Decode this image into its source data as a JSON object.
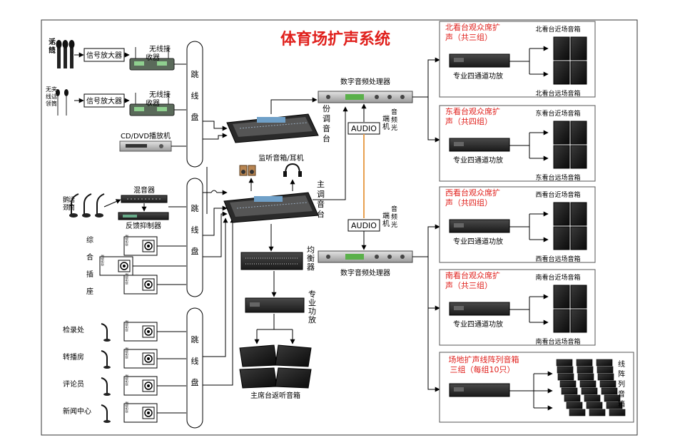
{
  "title": "体育场扩声系统",
  "inputs": {
    "wireless_mic": "无线话筒",
    "wireless_lav": "无线领夹话筒",
    "signal_amp": "信号放大器",
    "wireless_rx": "无线接收器",
    "cd_player": "CD/DVD播放机",
    "gooseneck": "鹅颈话筒",
    "mixer": "混音器",
    "feedback": "反馈抑制器",
    "socket_label": [
      "综",
      "合",
      "插",
      "座"
    ],
    "socket_box": "综合插座",
    "stations": [
      "检录处",
      "转播房",
      "评论员",
      "新闻中心"
    ]
  },
  "patch_bay": "跳线盘",
  "center": {
    "backup_console": "备份调音台",
    "main_console": "主调音台",
    "monitor": "监听音箱/耳机",
    "dsp": "数字音频处理器",
    "audio": "AUDIO",
    "audio_side": "端机",
    "fiber": "音频光",
    "eq": "均衡器",
    "pro_amp": "专业功放",
    "return_spk": "主席台返听音箱"
  },
  "zones": [
    {
      "title_l1": "北看台观众席扩",
      "title_l2": "声（共三组）",
      "amp": "专业四通道功放",
      "near": "北看台近场音箱",
      "far": "北看台远场音箱"
    },
    {
      "title_l1": "东看台观众席扩",
      "title_l2": "声（共四组）",
      "amp": "专业四通道功放",
      "near": "东看台近场音箱",
      "far": "东看台远场音箱"
    },
    {
      "title_l1": "西看台观众席扩",
      "title_l2": "声（共四组）",
      "amp": "专业四通道功放",
      "near": "西看台近场音箱",
      "far": "西看台远场音箱"
    },
    {
      "title_l1": "南看台观众席扩",
      "title_l2": "声（共三组）",
      "amp": "专业四通道功放",
      "near": "南看台近场音箱",
      "far": "南看台远场音箱"
    }
  ],
  "line_array": {
    "title_l1": "场地扩声线阵列音箱",
    "title_l2": "三组（每组10只）",
    "side": "线阵列音箱"
  },
  "colors": {
    "title": "#e0201c",
    "fiber": "#e8a050",
    "line": "#000000"
  }
}
